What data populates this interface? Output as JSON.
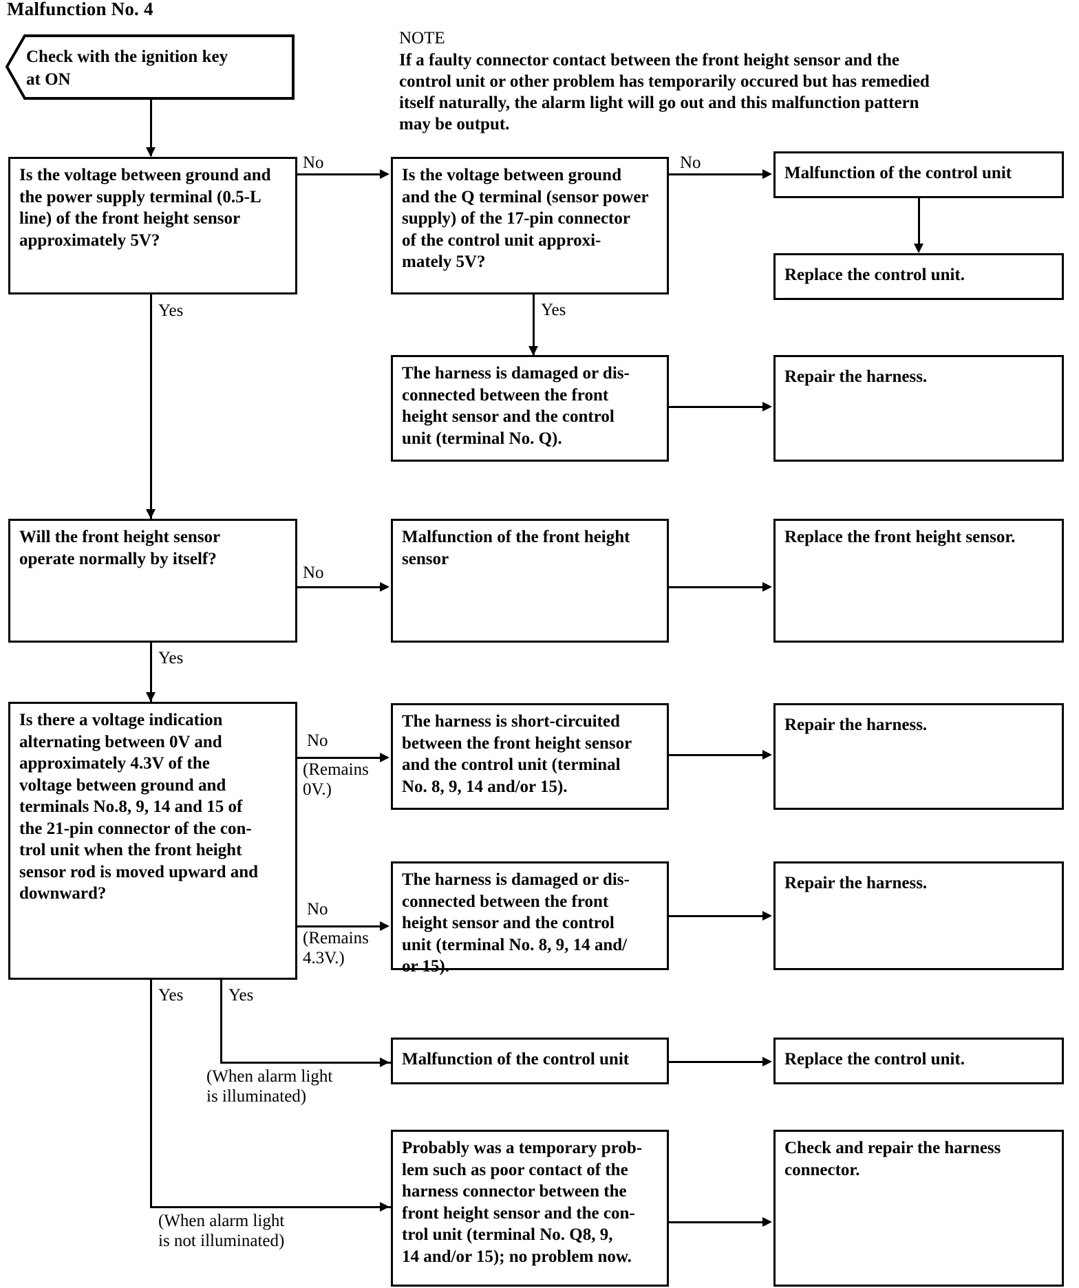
{
  "title": "Malfunction No. 4",
  "note": {
    "heading": "NOTE",
    "body": "If a faulty connector contact between the front height sensor and the\ncontrol unit or other problem has temporarily occured but has remedied\nitself naturally, the alarm light will go out and this malfunction pattern\nmay be output."
  },
  "start": {
    "text": "Check with the ignition key\nat ON"
  },
  "boxes": {
    "q1": "Is the voltage between ground and\nthe power supply terminal (0.5-L\nline) of the front height sensor\napproximately 5V?",
    "q2": "Is the voltage between ground\nand the Q terminal (sensor power\nsupply) of the 17-pin connector\nof the control unit approxi-\nmately 5V?",
    "r1": "Malfunction of the control unit",
    "r2": "Replace the control unit.",
    "r3": "The harness is damaged or dis-\nconnected between the front\nheight sensor and the control\nunit (terminal No. Q).",
    "r4": "Repair the harness.",
    "q3": "Will the front height sensor\noperate normally by itself?",
    "r5": "Malfunction of the front height\nsensor",
    "r6": "Replace the front height sensor.",
    "q4": "Is there a voltage indication\nalternating between 0V and\napproximately 4.3V of the\nvoltage between ground and\nterminals No.8, 9, 14 and 15 of\nthe 21-pin connector of the con-\ntrol unit when the front height\nsensor rod is moved upward and\ndownward?",
    "r7": "The harness is short-circuited\nbetween the front height sensor\nand the control unit (terminal\nNo. 8, 9, 14 and/or 15).",
    "r8": "Repair the harness.",
    "r9": "The harness is damaged or dis-\nconnected between the front\nheight sensor and the control\nunit (terminal No. 8, 9, 14 and/\nor 15).",
    "r10": "Repair the harness.",
    "r11": "Malfunction of the control unit",
    "r12": "Replace the control unit.",
    "r13": "Probably was a temporary prob-\nlem such as poor contact of the\nharness connector between the\nfront height sensor and the con-\ntrol unit (terminal No. Q8, 9,\n14 and/or 15); no problem now.",
    "r14": "Check and repair the harness\nconnector."
  },
  "labels": {
    "no1": "No",
    "no2": "No",
    "yes1": "Yes",
    "yes2": "Yes",
    "no3": "No",
    "yes3": "Yes",
    "no4": "No",
    "remains0v": "(Remains\n  0V.)",
    "no5": "No",
    "remains43v": "(Remains\n  4.3V.)",
    "yes4": "Yes",
    "yes5": "Yes",
    "alarm_on": "(When alarm light\nis illuminated)",
    "alarm_off": "(When alarm light\nis not illuminated)"
  }
}
